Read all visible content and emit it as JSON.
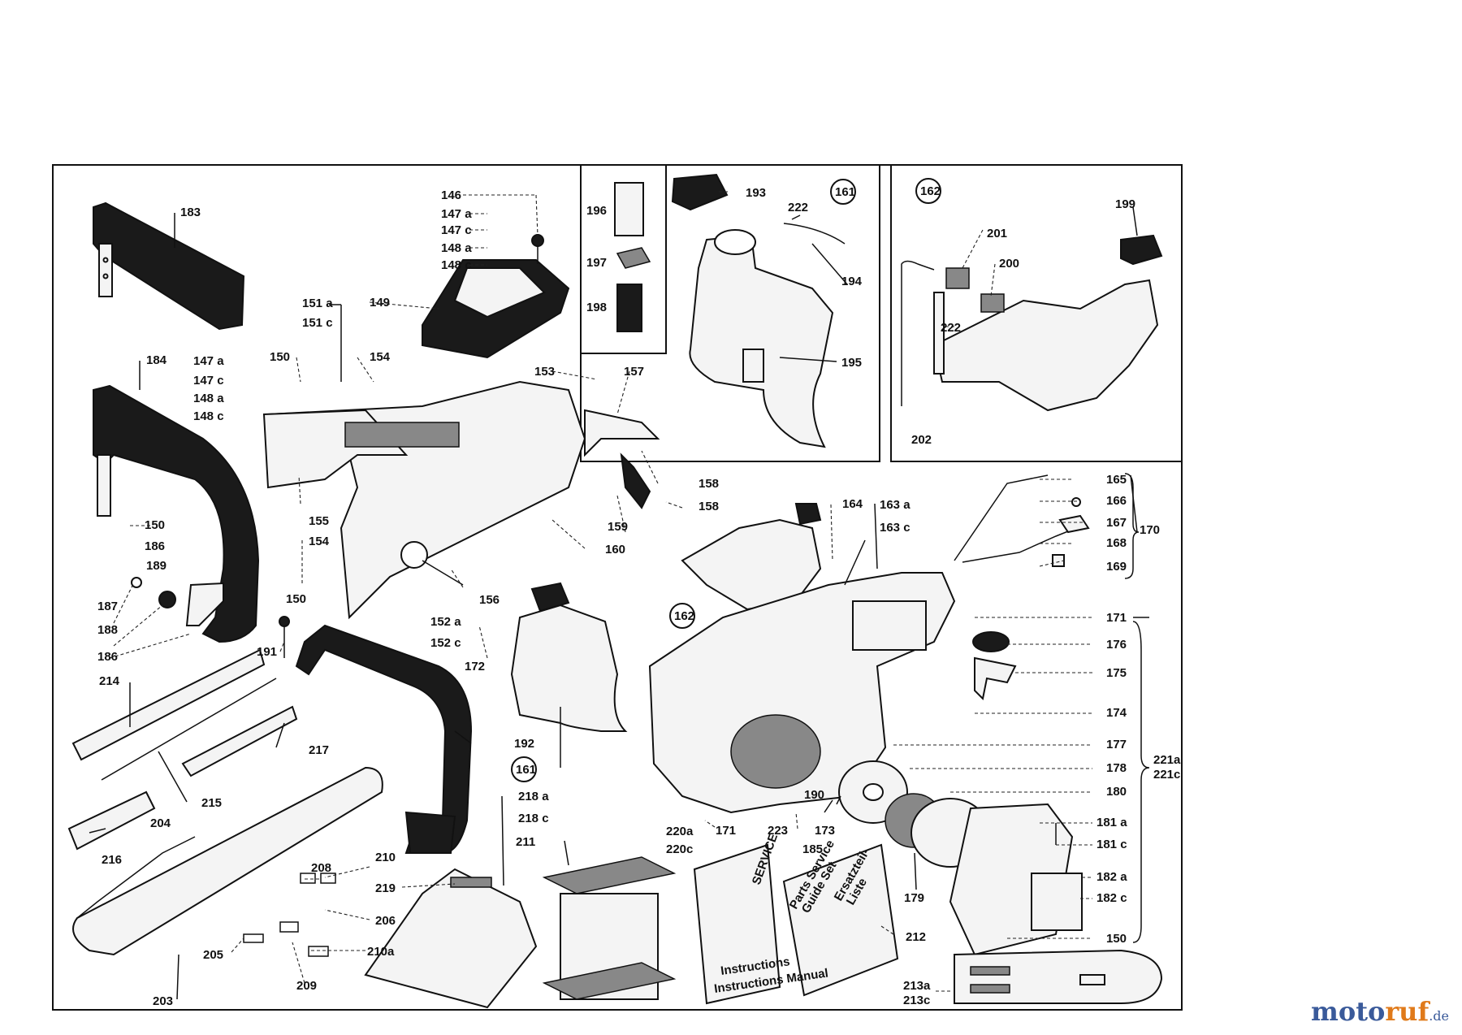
{
  "brand": {
    "part1": "motoruf",
    "part2": ".de"
  },
  "colors": {
    "brand_blue": "#3a5a9a",
    "brand_orange": "#e07a1a",
    "ink": "#111111"
  },
  "callouts": {
    "c146": "146",
    "c147a_top": "147 a",
    "c147c_top": "147 c",
    "c148a_top": "148 a",
    "c148c_top": "148 c",
    "c149": "149",
    "c151a": "151 a",
    "c151c": "151 c",
    "c183": "183",
    "c184": "184",
    "c147a": "147 a",
    "c147c": "147 c",
    "c148a": "148 a",
    "c148c": "148 c",
    "c150_a": "150",
    "c154_a": "154",
    "c153": "153",
    "c157": "157",
    "c158_a": "158",
    "c158_b": "158",
    "c155": "155",
    "c159": "159",
    "c160": "160",
    "c154_b": "154",
    "c156": "156",
    "c152a": "152 a",
    "c152c": "152 c",
    "c172": "172",
    "c150_b": "150",
    "c186_a": "186",
    "c189": "189",
    "c187": "187",
    "c188": "188",
    "c186_b": "186",
    "c150_c": "150",
    "c191": "191",
    "c214": "214",
    "c217": "217",
    "c215": "215",
    "c216": "216",
    "c204": "204",
    "c192": "192",
    "c161_main": "161",
    "c203": "203",
    "c205": "205",
    "c208": "208",
    "c210": "210",
    "c219": "219",
    "c206": "206",
    "c210a": "210a",
    "c209": "209",
    "c218a": "218 a",
    "c218c": "218 c",
    "c211": "211",
    "c196": "196",
    "c197": "197",
    "c198": "198",
    "c193": "193",
    "c222_a": "222",
    "c161_box": "161",
    "c194": "194",
    "c195": "195",
    "c162_box": "162",
    "c199": "199",
    "c201": "201",
    "c200": "200",
    "c222_b": "222",
    "c202": "202",
    "c164": "164",
    "c163a": "163 a",
    "c163c": "163 c",
    "c162_main": "162",
    "c165": "165",
    "c166": "166",
    "c167": "167",
    "c168": "168",
    "c169": "169",
    "c170": "170",
    "c171_a": "171",
    "c176": "176",
    "c175": "175",
    "c174": "174",
    "c177": "177",
    "c178": "178",
    "c221a": "221a",
    "c221c": "221c",
    "c180": "180",
    "c190": "190",
    "c173": "173",
    "c181a": "181 a",
    "c181c": "181 c",
    "c182a": "182 a",
    "c182c": "182 c",
    "c179": "179",
    "c150_d": "150",
    "c220a": "220a",
    "c220c": "220c",
    "c171_b": "171",
    "c223": "223",
    "c185": "185",
    "c212": "212",
    "c213a": "213a",
    "c213c": "213c"
  },
  "booklets": {
    "service_title": "SERVICE",
    "service_line1": "Instructions",
    "service_line2": "Instructions Manual",
    "parts_line1": "Parts Service",
    "parts_line2": "Guide Set",
    "parts_line3": "Ersatzteil-",
    "parts_line4": "Liste"
  }
}
